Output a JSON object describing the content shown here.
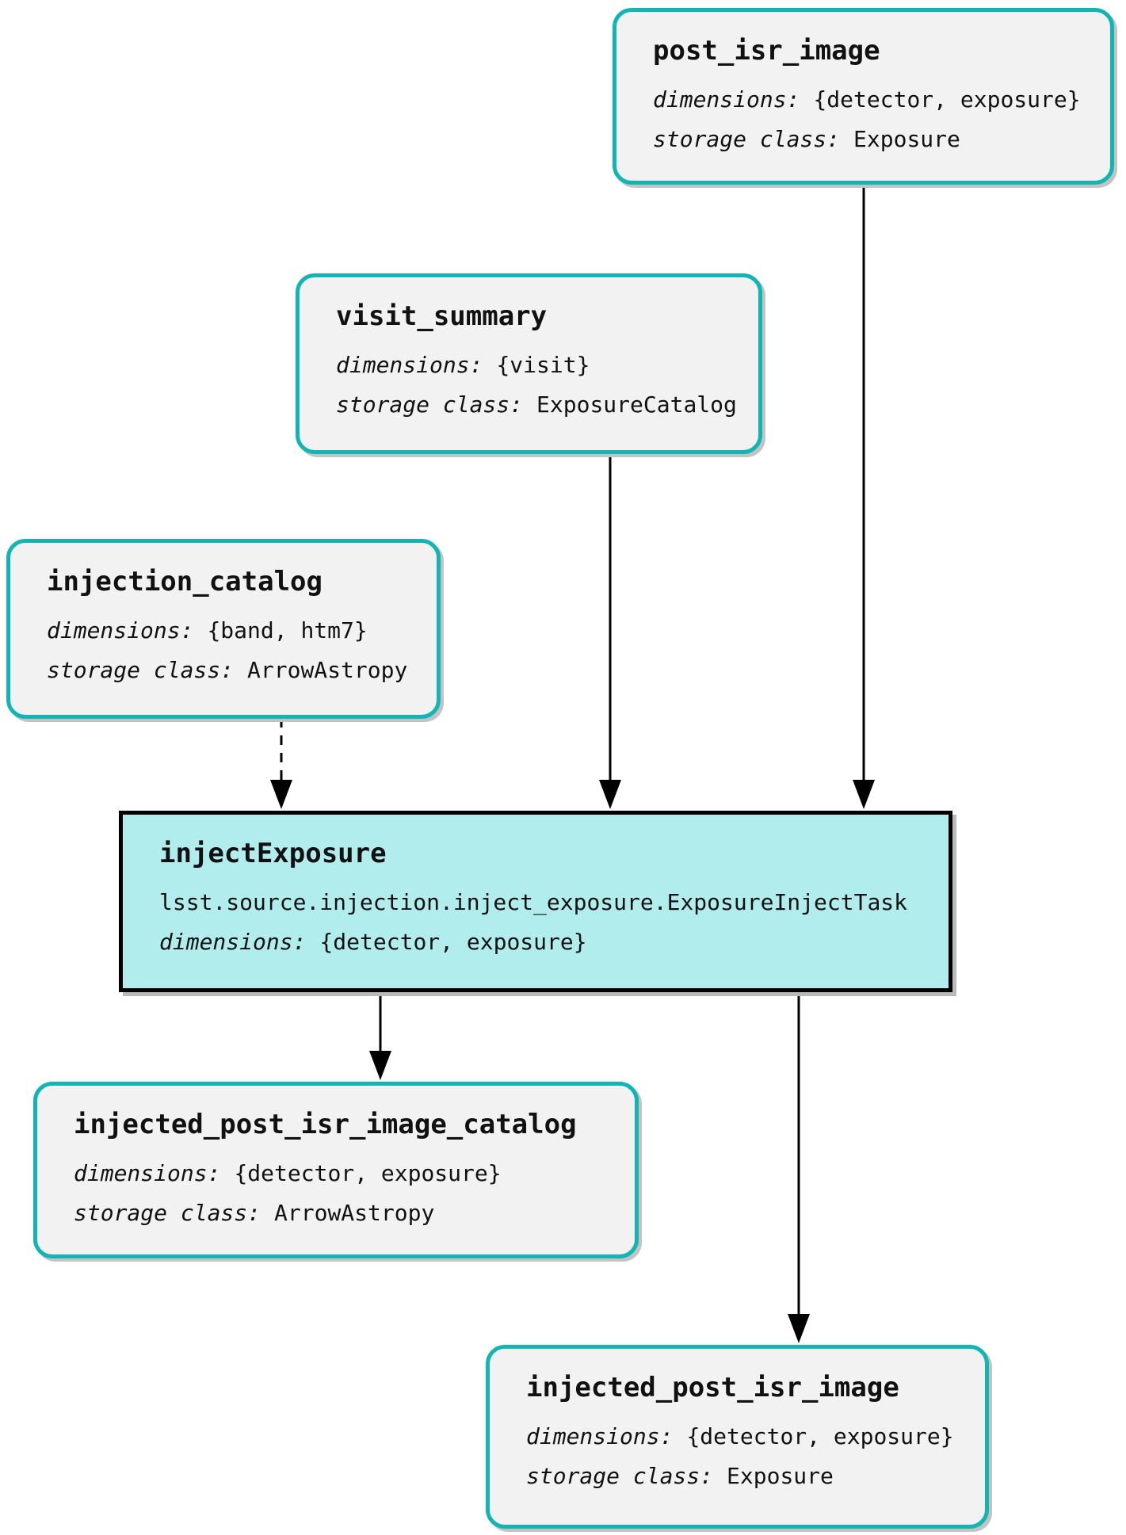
{
  "diagram": {
    "nodes": {
      "post_isr_image": {
        "title": "post_isr_image",
        "dimensions_label": "dimensions:",
        "dimensions_value": "{detector, exposure}",
        "storage_label": "storage class:",
        "storage_value": "Exposure"
      },
      "visit_summary": {
        "title": "visit_summary",
        "dimensions_label": "dimensions:",
        "dimensions_value": "{visit}",
        "storage_label": "storage class:",
        "storage_value": "ExposureCatalog"
      },
      "injection_catalog": {
        "title": "injection_catalog",
        "dimensions_label": "dimensions:",
        "dimensions_value": "{band, htm7}",
        "storage_label": "storage class:",
        "storage_value": "ArrowAstropy"
      },
      "injectExposure": {
        "title": "injectExposure",
        "task_class": "lsst.source.injection.inject_exposure.ExposureInjectTask",
        "dimensions_label": "dimensions:",
        "dimensions_value": "{detector, exposure}"
      },
      "injected_post_isr_image_catalog": {
        "title": "injected_post_isr_image_catalog",
        "dimensions_label": "dimensions:",
        "dimensions_value": "{detector, exposure}",
        "storage_label": "storage class:",
        "storage_value": "ArrowAstropy"
      },
      "injected_post_isr_image": {
        "title": "injected_post_isr_image",
        "dimensions_label": "dimensions:",
        "dimensions_value": "{detector, exposure}",
        "storage_label": "storage class:",
        "storage_value": "Exposure"
      }
    },
    "edges": [
      {
        "from": "post_isr_image",
        "to": "injectExposure",
        "style": "solid"
      },
      {
        "from": "visit_summary",
        "to": "injectExposure",
        "style": "solid"
      },
      {
        "from": "injection_catalog",
        "to": "injectExposure",
        "style": "dashed"
      },
      {
        "from": "injectExposure",
        "to": "injected_post_isr_image_catalog",
        "style": "solid"
      },
      {
        "from": "injectExposure",
        "to": "injected_post_isr_image",
        "style": "solid"
      }
    ],
    "colors": {
      "dataset_border_teal": "#12b5b5",
      "dataset_fill": "#f2f2f2",
      "task_fill": "#b2eded",
      "task_border": "#000000",
      "edge_color": "#000000"
    }
  }
}
